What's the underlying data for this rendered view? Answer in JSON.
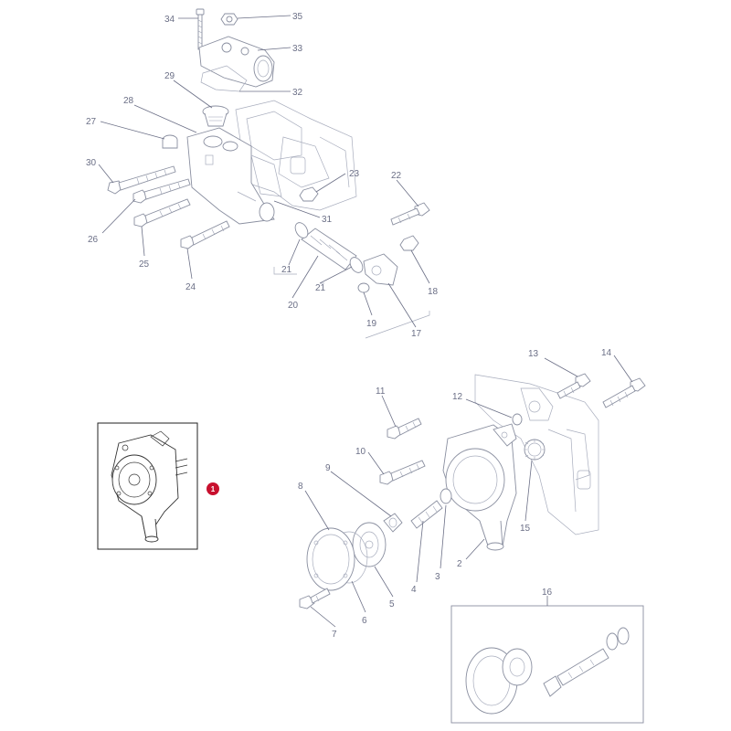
{
  "callouts": {
    "c1": "1",
    "c2": "2",
    "c3": "3",
    "c4": "4",
    "c5": "5",
    "c6": "6",
    "c7": "7",
    "c8": "8",
    "c9": "9",
    "c10": "10",
    "c11": "11",
    "c12": "12",
    "c13": "13",
    "c14": "14",
    "c15": "15",
    "c16": "16",
    "c17": "17",
    "c18": "18",
    "c19": "19",
    "c20": "20",
    "c21a": "21",
    "c21b": "21",
    "c23": "23",
    "c22": "22",
    "c24": "24",
    "c25": "25",
    "c26": "26",
    "c27": "27",
    "c28": "28",
    "c29": "29",
    "c30": "30",
    "c31": "31",
    "c32": "32",
    "c33": "33",
    "c34": "34",
    "c35": "35"
  },
  "badge": {
    "label": "1",
    "color": "#c8102e"
  }
}
